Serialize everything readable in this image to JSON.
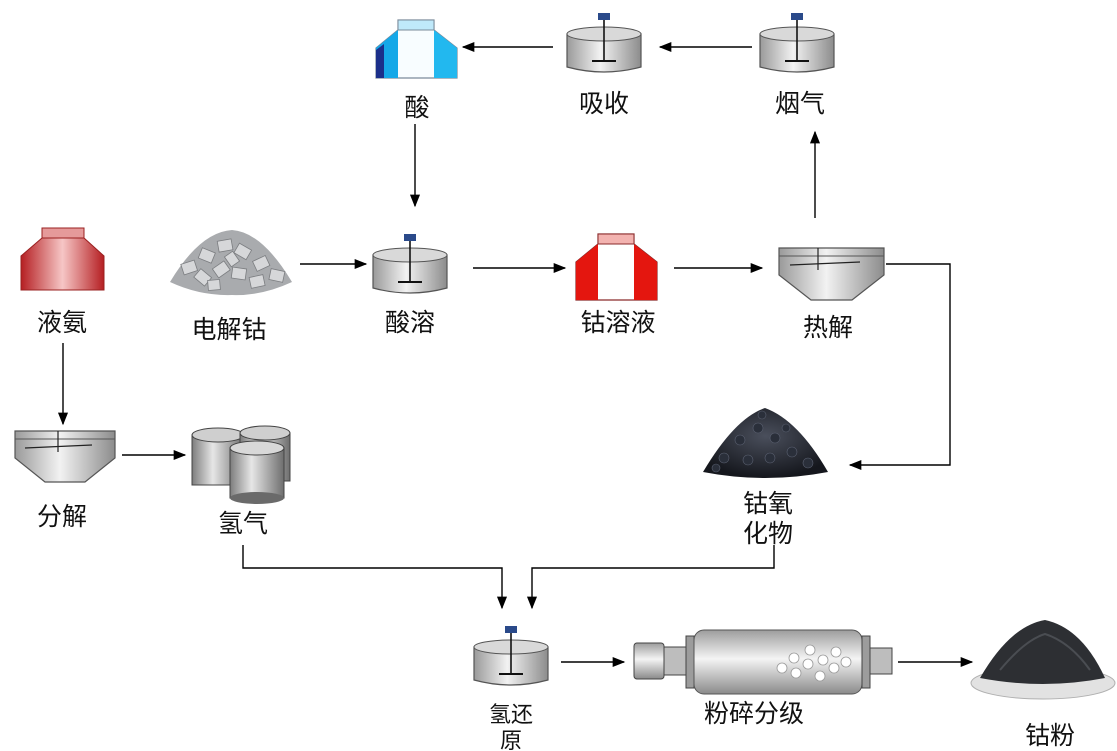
{
  "nodes": {
    "acid": "酸",
    "absorb": "吸收",
    "flue_gas": "烟气",
    "liquid_ammonia": "液氨",
    "electrolytic_cobalt": "电解钴",
    "acid_dissolve": "酸溶",
    "cobalt_solution": "钴溶液",
    "pyrolysis": "热解",
    "decompose": "分解",
    "hydrogen": "氢气",
    "cobalt_oxide_line1": "钴氧",
    "cobalt_oxide_line2": "化物",
    "hydrogen_reduction_line1": "氢还",
    "hydrogen_reduction_line2": "原",
    "crush_classify": "粉碎分级",
    "cobalt_powder": "钴粉"
  },
  "colors": {
    "acid_tank": "#19b4f0",
    "ammonia_tank": "#d03636",
    "cobalt_solution_tank": "#e81a12",
    "arrow": "#000000"
  }
}
